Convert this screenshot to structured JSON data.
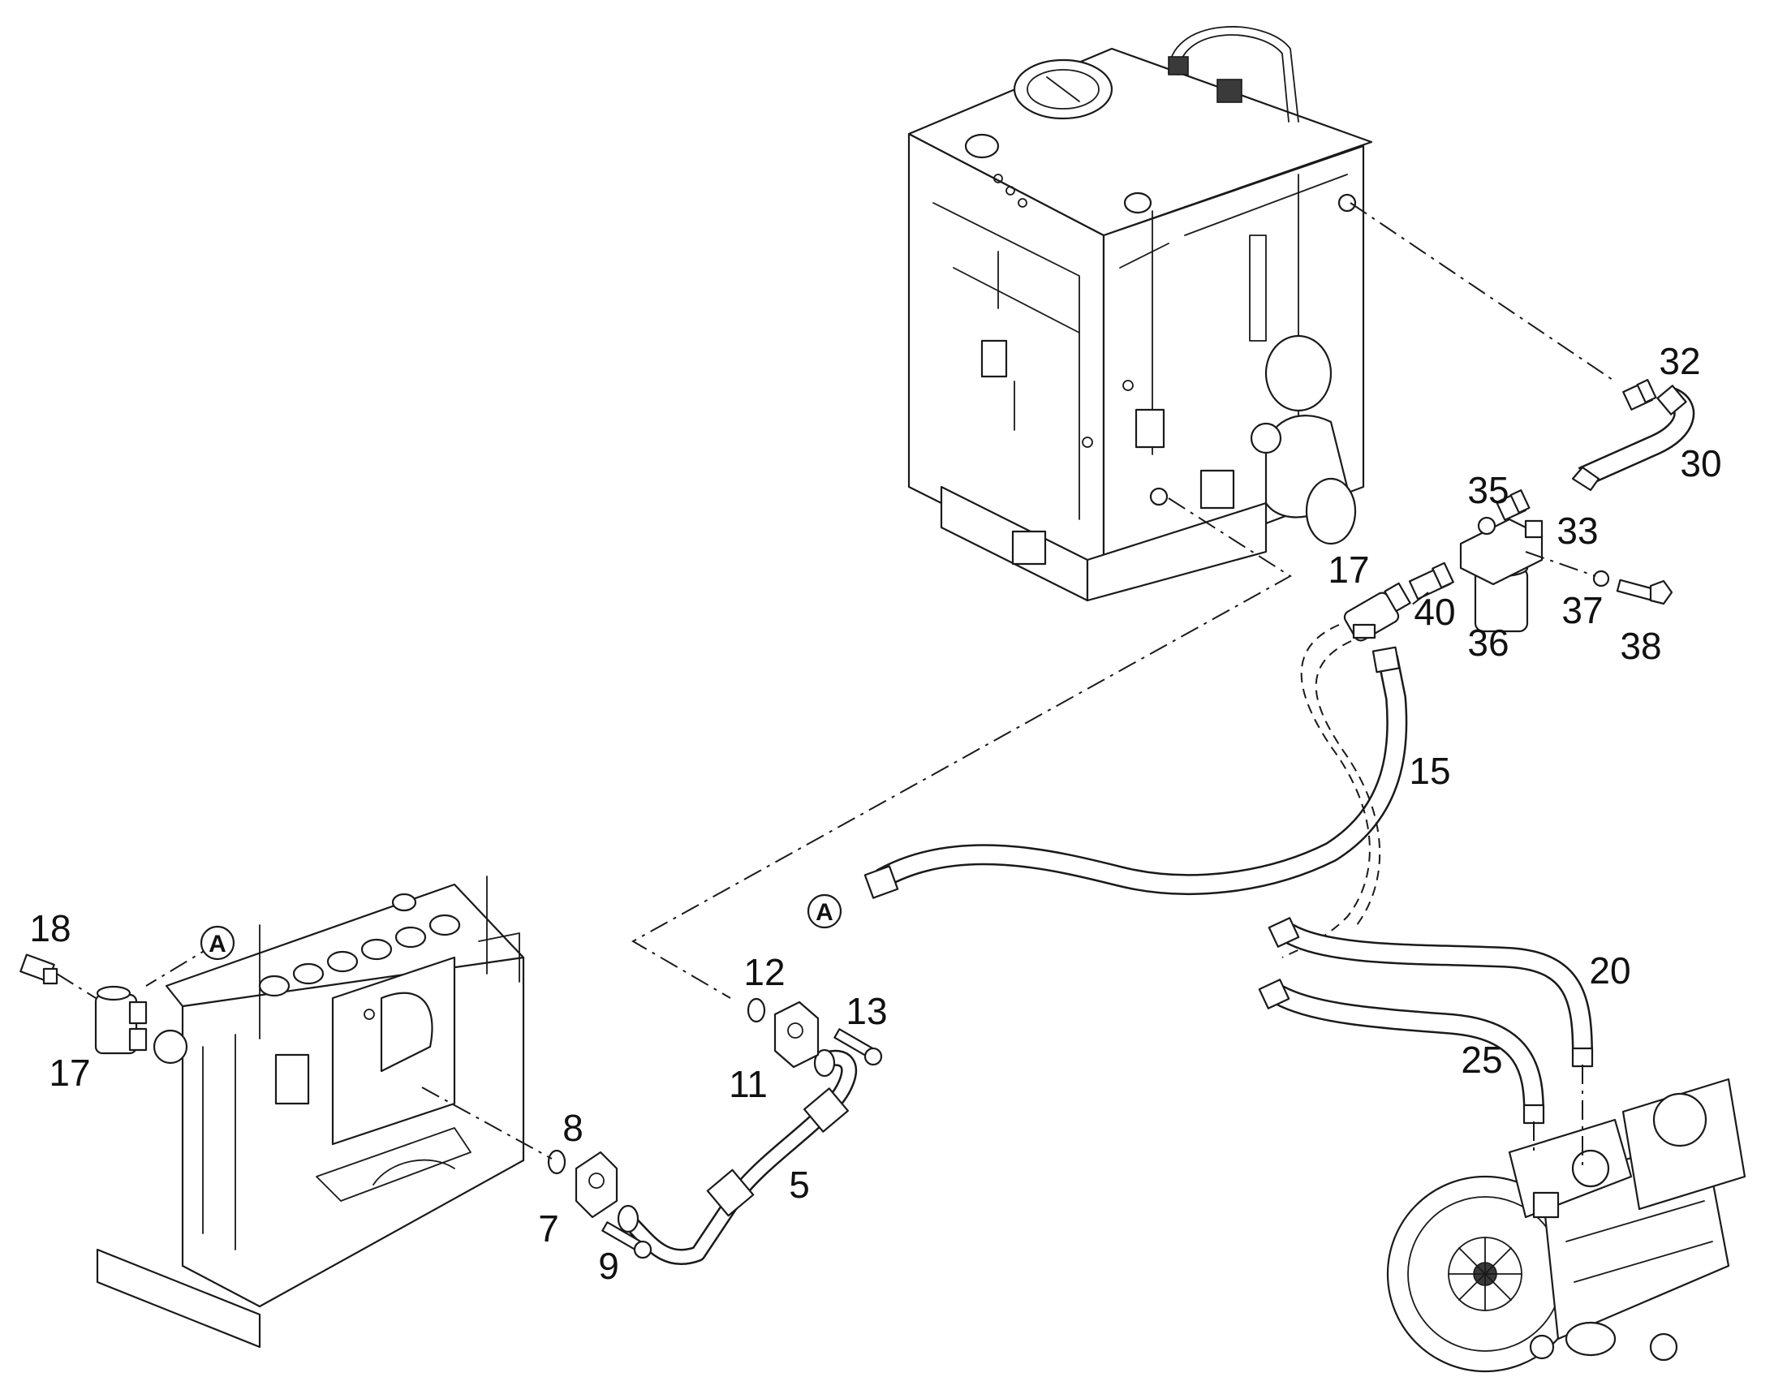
{
  "diagram": {
    "callouts": {
      "c5": "5",
      "c7": "7",
      "c8": "8",
      "c9": "9",
      "c11": "11",
      "c12": "12",
      "c13": "13",
      "c15": "15",
      "c17a": "17",
      "c17b": "17",
      "c18": "18",
      "c20": "20",
      "c25": "25",
      "c30": "30",
      "c32": "32",
      "c33": "33",
      "c35": "35",
      "c36": "36",
      "c37": "37",
      "c38": "38",
      "c40": "40"
    },
    "references": {
      "a_left": "A",
      "a_center": "A"
    }
  }
}
